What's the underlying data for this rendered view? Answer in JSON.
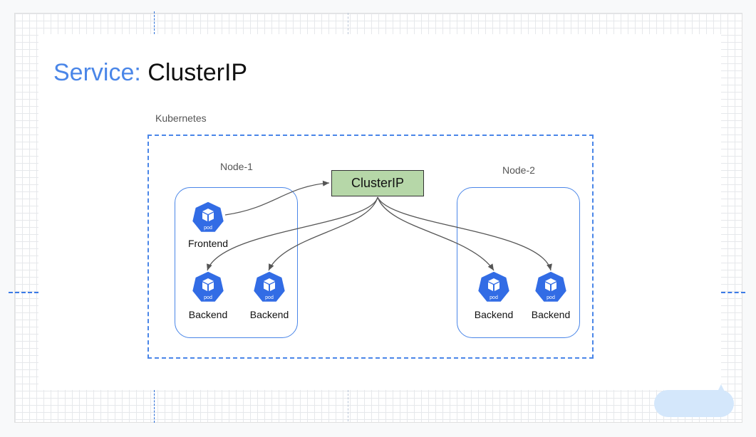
{
  "title": {
    "keyword": "Service:",
    "name": "ClusterIP"
  },
  "diagram": {
    "cluster_label": "Kubernetes",
    "node1_label": "Node-1",
    "node2_label": "Node-2",
    "service_label": "ClusterIP",
    "pod_icon_text": "pod",
    "pods": {
      "frontend": "Frontend",
      "backend1": "Backend",
      "backend2": "Backend",
      "backend3": "Backend",
      "backend4": "Backend"
    }
  },
  "colors": {
    "title_keyword": "#4a86e8",
    "k8s_blue": "#326ce5",
    "service_fill": "#b6d7a8",
    "boundary": "#4a86e8"
  }
}
